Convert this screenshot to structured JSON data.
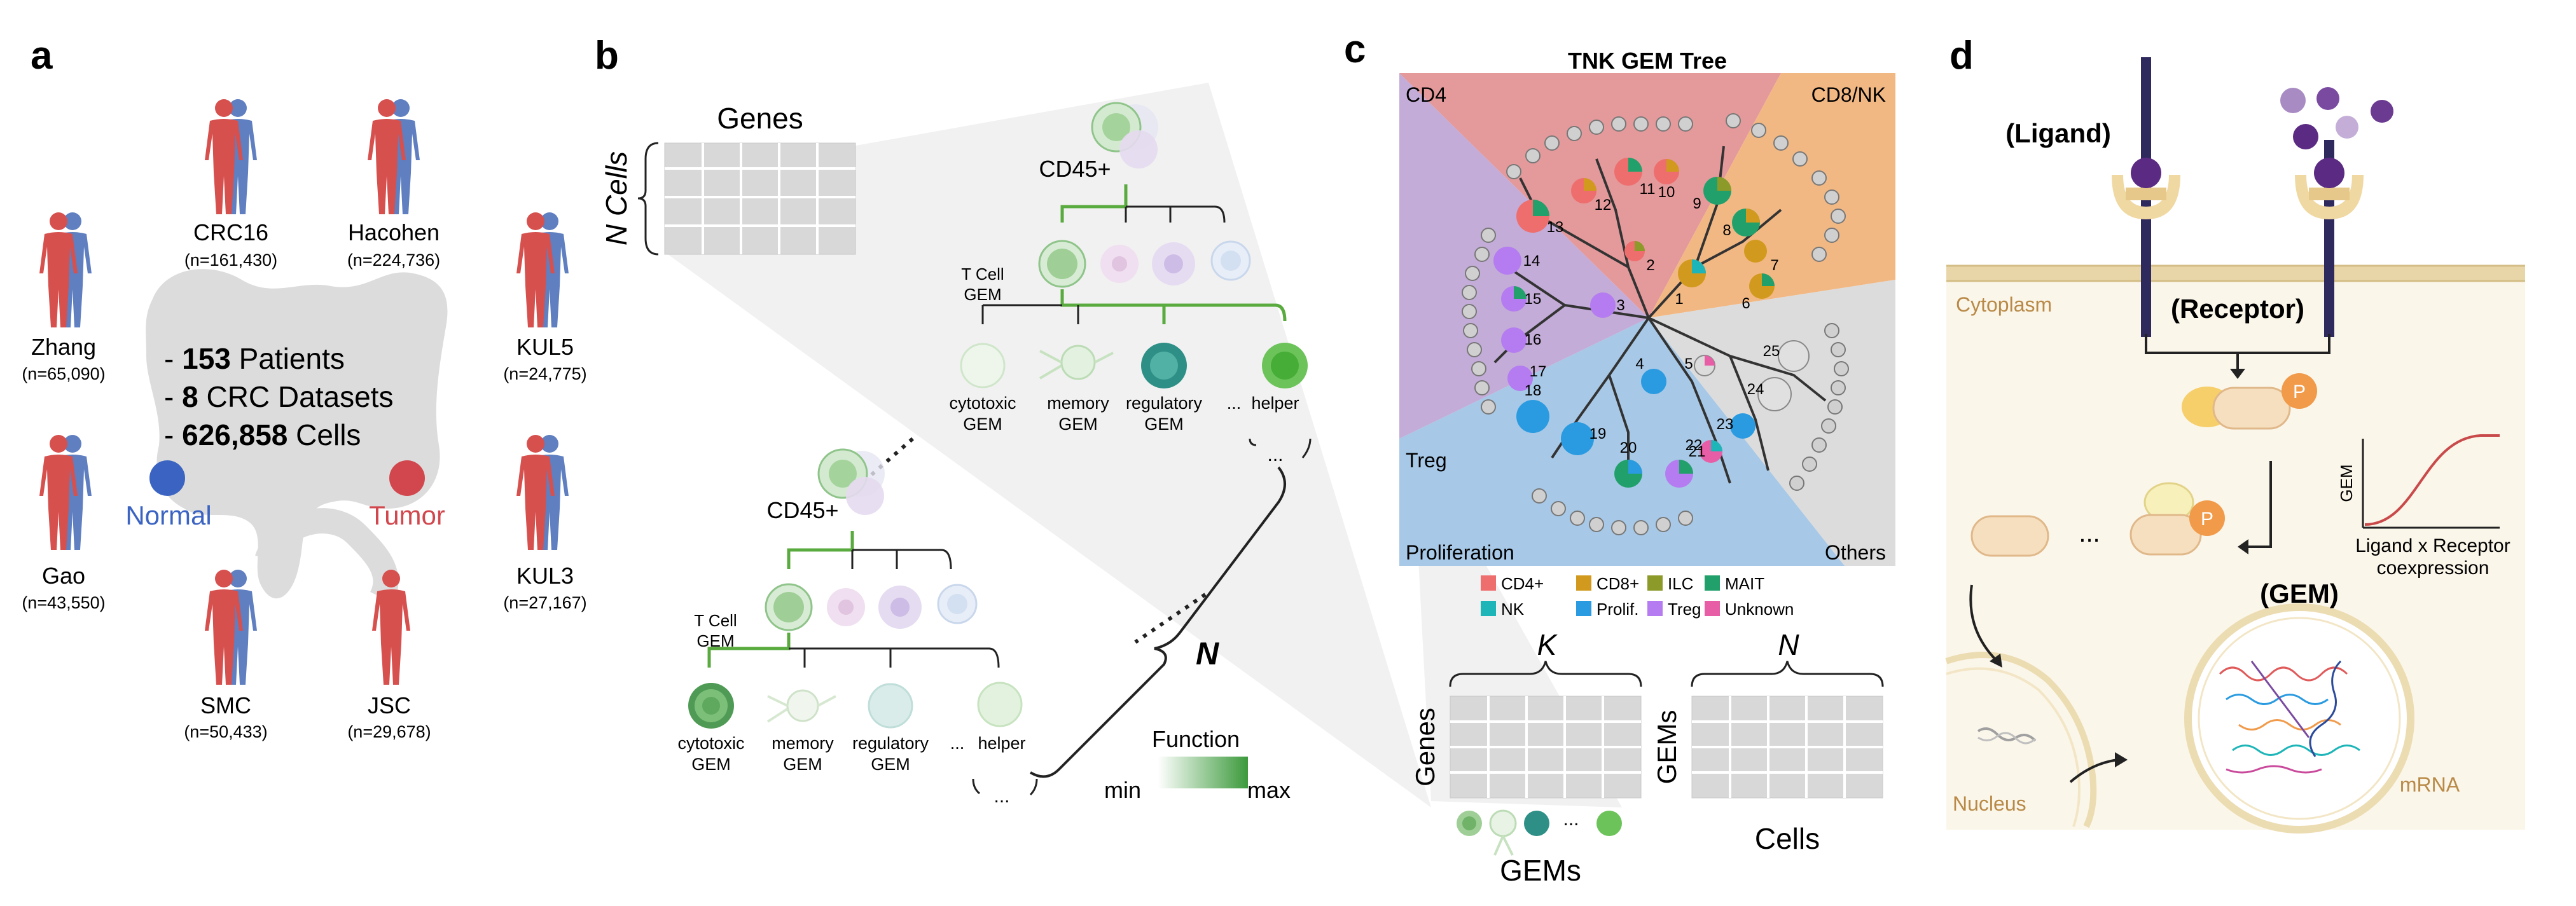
{
  "panels": {
    "a": {
      "letter": "a",
      "datasets": [
        {
          "name": "CRC16",
          "n": "(n=161,430)"
        },
        {
          "name": "Hacohen",
          "n": "(n=224,736)"
        },
        {
          "name": "Zhang",
          "n": "(n=65,090)"
        },
        {
          "name": "KUL5",
          "n": "(n=24,775)"
        },
        {
          "name": "Gao",
          "n": "(n=43,550)"
        },
        {
          "name": "KUL3",
          "n": "(n=27,167)"
        },
        {
          "name": "SMC",
          "n": "(n=50,433)"
        },
        {
          "name": "JSC",
          "n": "(n=29,678)"
        }
      ],
      "stats": [
        {
          "prefix": "- ",
          "value": "153",
          "label": " Patients"
        },
        {
          "prefix": "- ",
          "value": "8",
          "label": " CRC Datasets"
        },
        {
          "prefix": "- ",
          "value": "626,858",
          "label": " Cells"
        }
      ],
      "normal_label": "Normal",
      "tumor_label": "Tumor",
      "colors": {
        "female": "#d6504e",
        "male": "#5f7fc0",
        "normal": "#3b64c2",
        "tumor": "#d1474d",
        "colon": "#dcdcdc"
      }
    },
    "b": {
      "letter": "b",
      "genes_label": "Genes",
      "cells_label": "N Cells",
      "root_label": "CD45+",
      "tcell_label_1": "T Cell",
      "tcell_label_2": "GEM",
      "leaves": [
        {
          "line1": "cytotoxic",
          "line2": "GEM"
        },
        {
          "line1": "memory",
          "line2": "GEM"
        },
        {
          "line1": "regulatory",
          "line2": "GEM"
        },
        {
          "line1": "helper",
          "line2": ""
        }
      ],
      "ellipsis": "...",
      "n_label": "N",
      "function_label": "Function",
      "min_label": "min",
      "max_label": "max",
      "colors": {
        "edge_green": "#5aab3f",
        "teal": "#2a8a80"
      }
    },
    "c": {
      "letter": "c",
      "title": "TNK GEM Tree",
      "sectors": {
        "cd4": "CD4",
        "cd8": "CD8/NK",
        "treg": "Treg",
        "prolif": "Proliferation",
        "others": "Others"
      },
      "legend": [
        {
          "label": "CD4+",
          "color": "#ee6e6e"
        },
        {
          "label": "CD8+",
          "color": "#d19a1e"
        },
        {
          "label": "ILC",
          "color": "#8c9a2a"
        },
        {
          "label": "MAIT",
          "color": "#22a06b"
        },
        {
          "label": "NK",
          "color": "#1eb5b8"
        },
        {
          "label": "Prolif.",
          "color": "#2a9be0"
        },
        {
          "label": "Treg",
          "color": "#b47cf0"
        },
        {
          "label": "Unknown",
          "color": "#e85ea6"
        }
      ],
      "node_numbers": [
        "1",
        "2",
        "3",
        "4",
        "5",
        "6",
        "7",
        "8",
        "9",
        "10",
        "11",
        "12",
        "13",
        "14",
        "15",
        "16",
        "17",
        "18",
        "19",
        "20",
        "21",
        "22",
        "23",
        "24",
        "25"
      ],
      "k_label": "K",
      "n_label": "N",
      "genes_label": "Genes",
      "gems_label": "GEMs",
      "gems_side_label": "GEMs",
      "cells_label": "Cells",
      "ellipsis": "...",
      "sector_colors": {
        "cd4": "#e4999b",
        "cd8": "#f2b883",
        "treg": "#c3acd7",
        "prolif": "#a7c8e6",
        "others": "#dcdcdc"
      }
    },
    "d": {
      "letter": "d",
      "ligand_label": "(Ligand)",
      "receptor_label": "(Receptor)",
      "cytoplasm_label": "Cytoplasm",
      "p_label": "P",
      "ellipsis": "...",
      "gem_axis_label": "GEM",
      "coexp_line1": "Ligand x Receptor",
      "coexp_line2": "coexpression",
      "gem_label": "(GEM)",
      "nucleus_label": "Nucleus",
      "mrna_label": "mRNA",
      "colors": {
        "cytoplasm_bg": "#fbf6ea",
        "membrane": "#e8d6a8",
        "ligand": "#5b2a82",
        "receptor_pair": "#2e2a5e",
        "kinase": "#f5a25a",
        "label_brown": "#b98a47"
      }
    }
  }
}
